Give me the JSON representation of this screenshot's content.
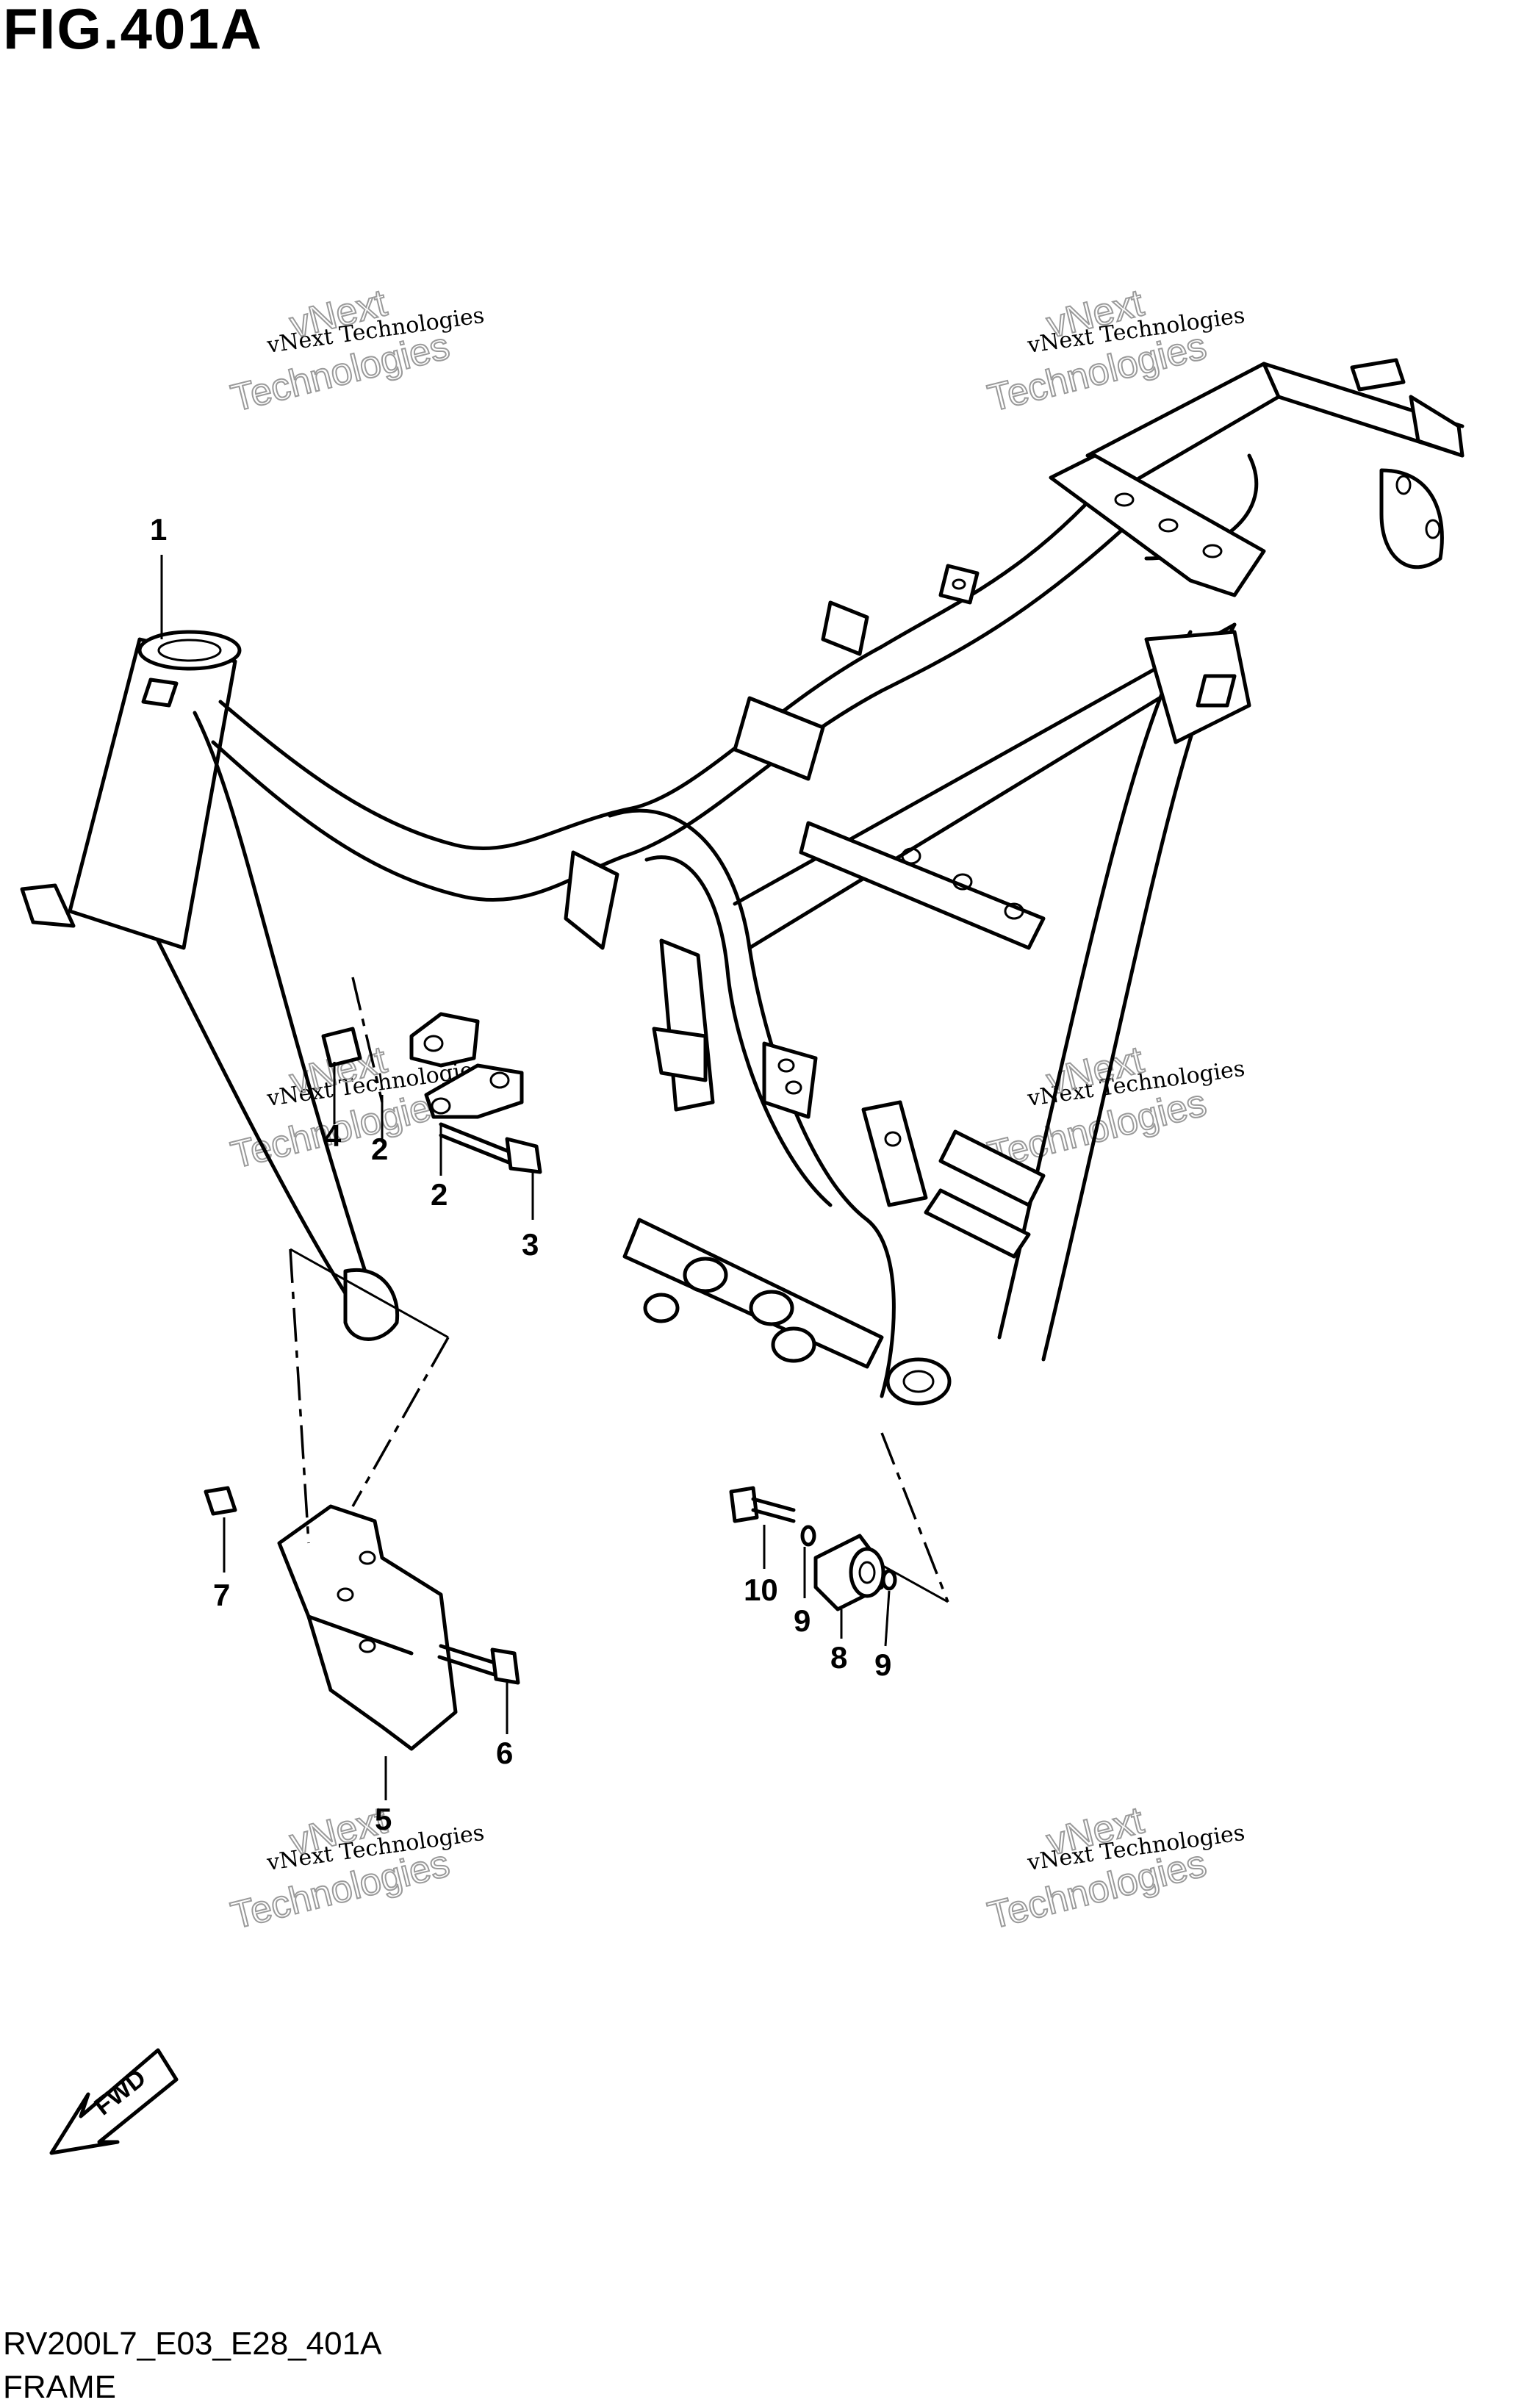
{
  "figure": {
    "title": "FIG.401A",
    "drawing_code": "RV200L7_E03_E28_401A",
    "name": "FRAME"
  },
  "callouts": [
    "1",
    "2",
    "2",
    "3",
    "4",
    "5",
    "6",
    "7",
    "8",
    "9",
    "9",
    "10"
  ],
  "watermark": {
    "line1": "vNext",
    "line2": "Technologies",
    "small": "vNext Technologies"
  },
  "direction_label": "FWD",
  "colors": {
    "line": "#000000",
    "background": "#ffffff",
    "watermark": "#9a9a9a"
  }
}
